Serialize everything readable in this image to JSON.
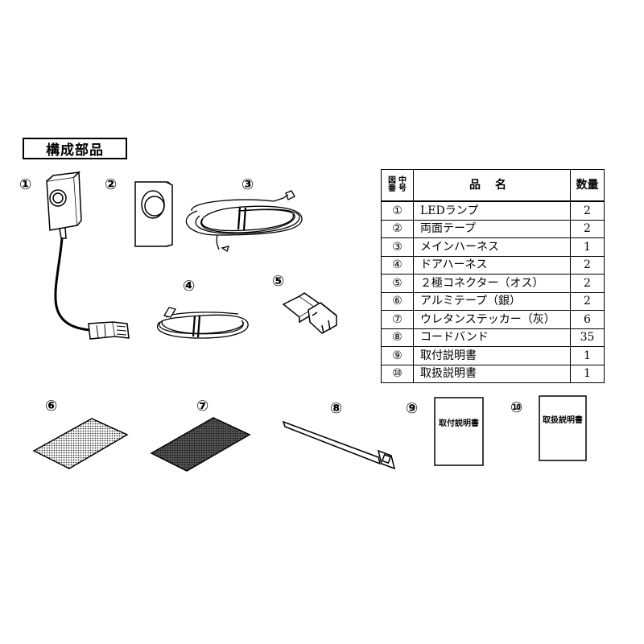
{
  "section_title": "構成部品",
  "item_numbers": [
    "①",
    "②",
    "③",
    "④",
    "⑤",
    "⑥",
    "⑦",
    "⑧",
    "⑨",
    "⑩"
  ],
  "table": {
    "header_no_chars": [
      "図",
      "中",
      "番",
      "号"
    ],
    "header_name": "品名",
    "header_qty": "数量",
    "rows": [
      {
        "no": "①",
        "name": "LEDランプ",
        "qty": "2"
      },
      {
        "no": "②",
        "name": "両面テープ",
        "qty": "2"
      },
      {
        "no": "③",
        "name": "メインハーネス",
        "qty": "1"
      },
      {
        "no": "④",
        "name": "ドアハーネス",
        "qty": "2"
      },
      {
        "no": "⑤",
        "name": "２極コネクター（オス）",
        "qty": "2"
      },
      {
        "no": "⑥",
        "name": "アルミテープ（銀）",
        "qty": "2"
      },
      {
        "no": "⑦",
        "name": "ウレタンステッカー（灰）",
        "qty": "6"
      },
      {
        "no": "⑧",
        "name": "コードバンド",
        "qty": "35"
      },
      {
        "no": "⑨",
        "name": "取付説明書",
        "qty": "1"
      },
      {
        "no": "⑩",
        "name": "取扱説明書",
        "qty": "1"
      }
    ]
  },
  "manuals": {
    "install": "取付説明書",
    "handling": "取扱説明書"
  }
}
